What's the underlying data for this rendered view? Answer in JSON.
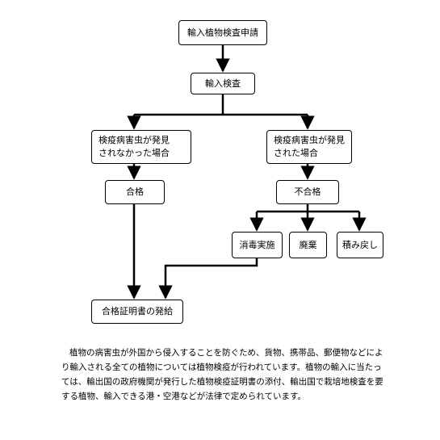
{
  "nodes": {
    "application": "輸入植物検査申請",
    "import_inspection": "輸入検査",
    "no_pest_found": "検疫病害虫が発見\nされなかった場合",
    "pest_found": "検疫病害虫が発見\nされた場合",
    "pass": "合格",
    "fail": "不合格",
    "disinfection": "消毒実施",
    "disposal": "廃棄",
    "reshipment": "積み戻し",
    "certificate": "合格証明書の発給"
  },
  "caption": "植物の病害虫が外国から侵入することを防ぐため、貨物、携帯品、郵便物などにより輸入される全ての植物については植物検疫が行われています。植物の輸入に当たっては、輸出国の政府機関が発行した植物検疫証明書の添付、輸出国で栽培地検査を要する植物、輸入できる港・空港などが法律で定められています。"
}
